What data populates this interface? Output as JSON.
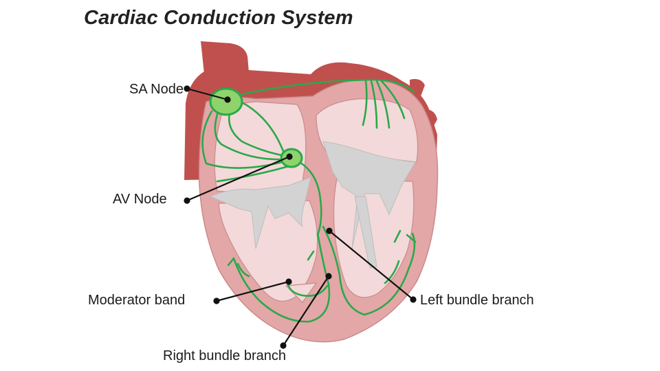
{
  "title": "Cardiac Conduction System",
  "labels": {
    "sa_node": "SA Node",
    "av_node": "AV Node",
    "moderator_band": "Moderator band",
    "left_bundle_branch": "Left bundle branch",
    "right_bundle_branch": "Right bundle branch"
  },
  "colors": {
    "outer_wall": "#c0504d",
    "muscle": "#e3a7a8",
    "chamber": "#f3d9d9",
    "valve": "#d3d3d3",
    "conduction_path": "#2aa84a",
    "node_fill": "#8ed36b",
    "leader_line": "#111111"
  }
}
